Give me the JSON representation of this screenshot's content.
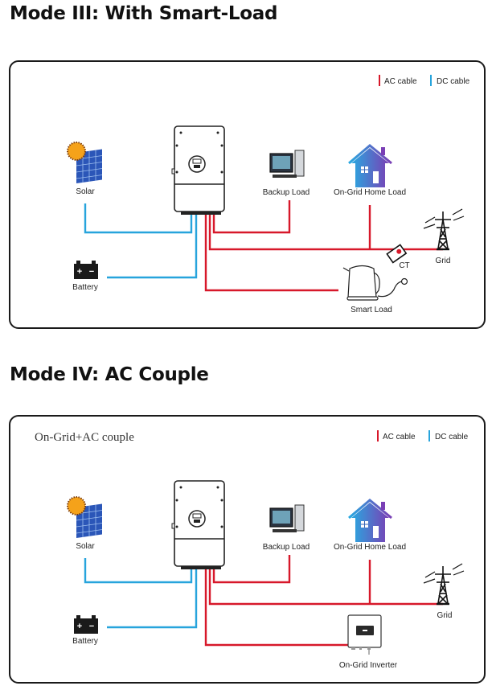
{
  "mode3": {
    "title": "Mode III: With Smart-Load",
    "legend": {
      "ac_label": "AC cable",
      "dc_label": "DC cable",
      "ac_color": "#d7182a",
      "dc_color": "#27a4dc"
    },
    "labels": {
      "solar": "Solar",
      "battery": "Battery",
      "backup_load": "Backup Load",
      "home_load": "On-Grid Home Load",
      "grid": "Grid",
      "ct": "CT",
      "smart_load": "Smart Load"
    }
  },
  "mode4": {
    "title": "Mode IV: AC Couple",
    "subtitle": "On-Grid+AC couple",
    "legend": {
      "ac_label": "AC cable",
      "dc_label": "DC cable",
      "ac_color": "#d7182a",
      "dc_color": "#27a4dc"
    },
    "labels": {
      "solar": "Solar",
      "battery": "Battery",
      "backup_load": "Backup Load",
      "home_load": "On-Grid Home Load",
      "grid": "Grid",
      "ongrid_inverter": "On-Grid Inverter"
    }
  }
}
